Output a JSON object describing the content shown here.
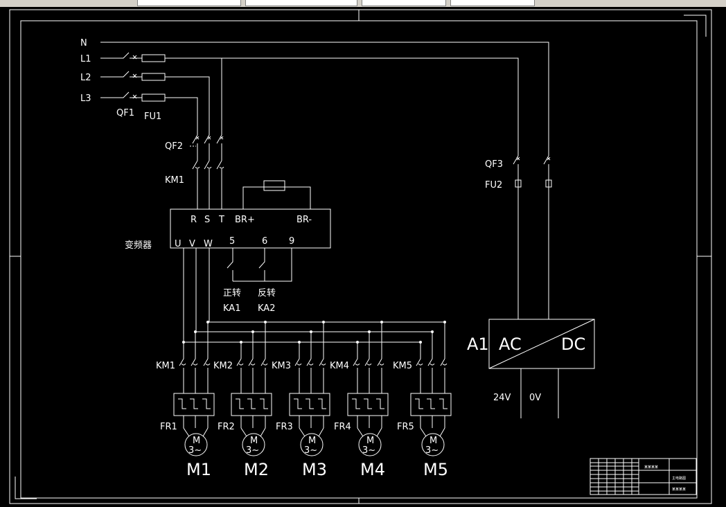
{
  "supply": {
    "n": "N",
    "l1": "L1",
    "l2": "L2",
    "l3": "L3",
    "qf1": "QF1",
    "fu1": "FU1",
    "qf2": "QF2",
    "km1": "KM1"
  },
  "vfd": {
    "name": "变频器",
    "inputs": [
      "R",
      "S",
      "T"
    ],
    "br_plus": "BR+",
    "br_minus": "BR-",
    "outputs": [
      "U",
      "V",
      "W"
    ],
    "terminals": [
      "5",
      "6",
      "9"
    ]
  },
  "control": {
    "forward": "正转",
    "reverse": "反转",
    "ka1": "KA1",
    "ka2": "KA2"
  },
  "dc_supply": {
    "qf3": "QF3",
    "fu2": "FU2",
    "id": "A1",
    "ac": "AC",
    "dc": "DC",
    "v24": "24V",
    "v0": "0V"
  },
  "motor_symbol": {
    "m": "M",
    "phase": "3~"
  },
  "branches": [
    {
      "contactor": "KM1",
      "relay": "FR1",
      "motor": "M1"
    },
    {
      "contactor": "KM2",
      "relay": "FR2",
      "motor": "M2"
    },
    {
      "contactor": "KM3",
      "relay": "FR3",
      "motor": "M3"
    },
    {
      "contactor": "KM4",
      "relay": "FR4",
      "motor": "M4"
    },
    {
      "contactor": "KM5",
      "relay": "FR5",
      "motor": "M5"
    }
  ],
  "title_block": {
    "cell_a": "某某某某",
    "cell_b": "主电路图",
    "cell_c": "某某某某"
  },
  "colors": {
    "background": "#000000",
    "lines": "#ffffff",
    "frame": "#ffffff"
  }
}
